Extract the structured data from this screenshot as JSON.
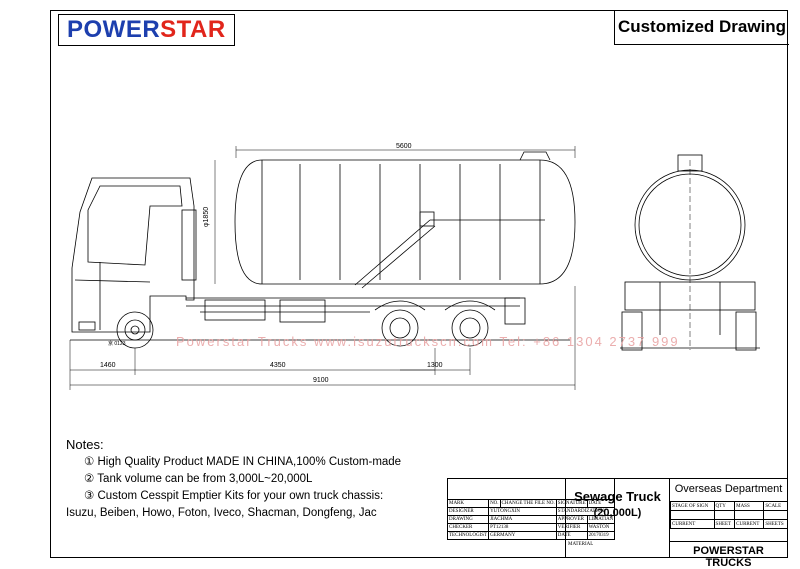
{
  "header": {
    "logo_part1": "POWER",
    "logo_part2": "STAR",
    "title": "Customized Drawing",
    "logo_colors": {
      "power": "#1d3fae",
      "star": "#e1251b"
    }
  },
  "dimensions": {
    "tank_length": "5600",
    "tank_diameter": "φ1850",
    "front_overhang": "1460",
    "wheelbase": "4350",
    "rear_axle_spacing": "1300",
    "overall_length": "9100",
    "cab_plate": "京 0123"
  },
  "watermark": "Powerstar Trucks   www.isuzutruckscn.com   Tel: +86 1304 2737 999",
  "notes": {
    "heading": "Notes:",
    "items": [
      "① High Quality Product MADE IN CHINA,100% Custom-made",
      "② Tank volume can be from 3,000L~20,000L",
      "③ Custom Cesspit Emptier Kits for your own truck chassis:"
    ],
    "chassis_list": "Isuzu, Beiben, Howo, Foton, Iveco, Shacman, Dongfeng, Jac"
  },
  "title_block": {
    "product_name": "Sewage Truck",
    "capacity": "(20,000L)",
    "department": "Overseas Department",
    "brand_footer": "POWERSTAR TRUCKS",
    "material_label": "MATERIAL",
    "mini_headers": [
      "STAGE OF SIGN",
      "QTY",
      "MASS",
      "SCALE"
    ],
    "mini_footer": [
      "CURRENT",
      "SHEET",
      "CURRENT",
      "SHEETS"
    ],
    "rev_header": [
      "MARK",
      "NO.",
      "CHANGE THE FILE NO.",
      "SIGNATURE",
      "DATE"
    ],
    "rows": [
      [
        "DESIGNER",
        "YUTONGXIN",
        "STANDARDIZATION",
        ""
      ],
      [
        "DRAWING",
        "JIACHMA",
        "APPROVER",
        "LIBIATIAN"
      ],
      [
        "CHECKER",
        "PT12138",
        "VERIFIER",
        "WASTON"
      ],
      [
        "TECHNOLOGIST",
        "GERMANY",
        "DATE",
        "20170319"
      ]
    ]
  }
}
